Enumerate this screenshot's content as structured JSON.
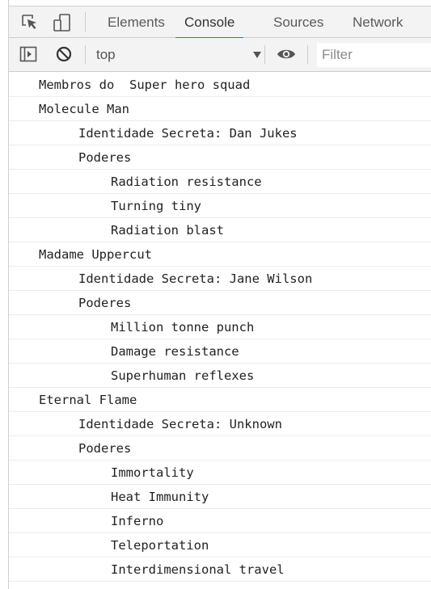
{
  "devtools": {
    "tabs": [
      {
        "label": "Elements"
      },
      {
        "label": "Console",
        "active": true
      },
      {
        "label": "Sources"
      },
      {
        "label": "Network"
      }
    ],
    "toolbar": {
      "context_value": "top",
      "filter_placeholder": "Filter"
    },
    "icons": {
      "inspect": "inspect-element-icon",
      "device": "device-toolbar-icon",
      "sidebar": "show-sidebar-icon",
      "clear": "clear-console-icon",
      "eye": "live-expression-icon"
    },
    "accent_color": "#1a73e8"
  },
  "console": {
    "lines": [
      {
        "text": "Membros do  Super hero squad",
        "level": 0
      },
      {
        "text": "Molecule Man",
        "level": 0
      },
      {
        "text": "Identidade Secreta: Dan Jukes",
        "level": 1
      },
      {
        "text": "Poderes",
        "level": 1
      },
      {
        "text": "Radiation resistance",
        "level": 2
      },
      {
        "text": "Turning tiny",
        "level": 2
      },
      {
        "text": "Radiation blast",
        "level": 2
      },
      {
        "text": "Madame Uppercut",
        "level": 0
      },
      {
        "text": "Identidade Secreta: Jane Wilson",
        "level": 1
      },
      {
        "text": "Poderes",
        "level": 1
      },
      {
        "text": "Million tonne punch",
        "level": 2
      },
      {
        "text": "Damage resistance",
        "level": 2
      },
      {
        "text": "Superhuman reflexes",
        "level": 2
      },
      {
        "text": "Eternal Flame",
        "level": 0
      },
      {
        "text": "Identidade Secreta: Unknown",
        "level": 1
      },
      {
        "text": "Poderes",
        "level": 1
      },
      {
        "text": "Immortality",
        "level": 2
      },
      {
        "text": "Heat Immunity",
        "level": 2
      },
      {
        "text": "Inferno",
        "level": 2
      },
      {
        "text": "Teleportation",
        "level": 2
      },
      {
        "text": "Interdimensional travel",
        "level": 2
      }
    ]
  }
}
